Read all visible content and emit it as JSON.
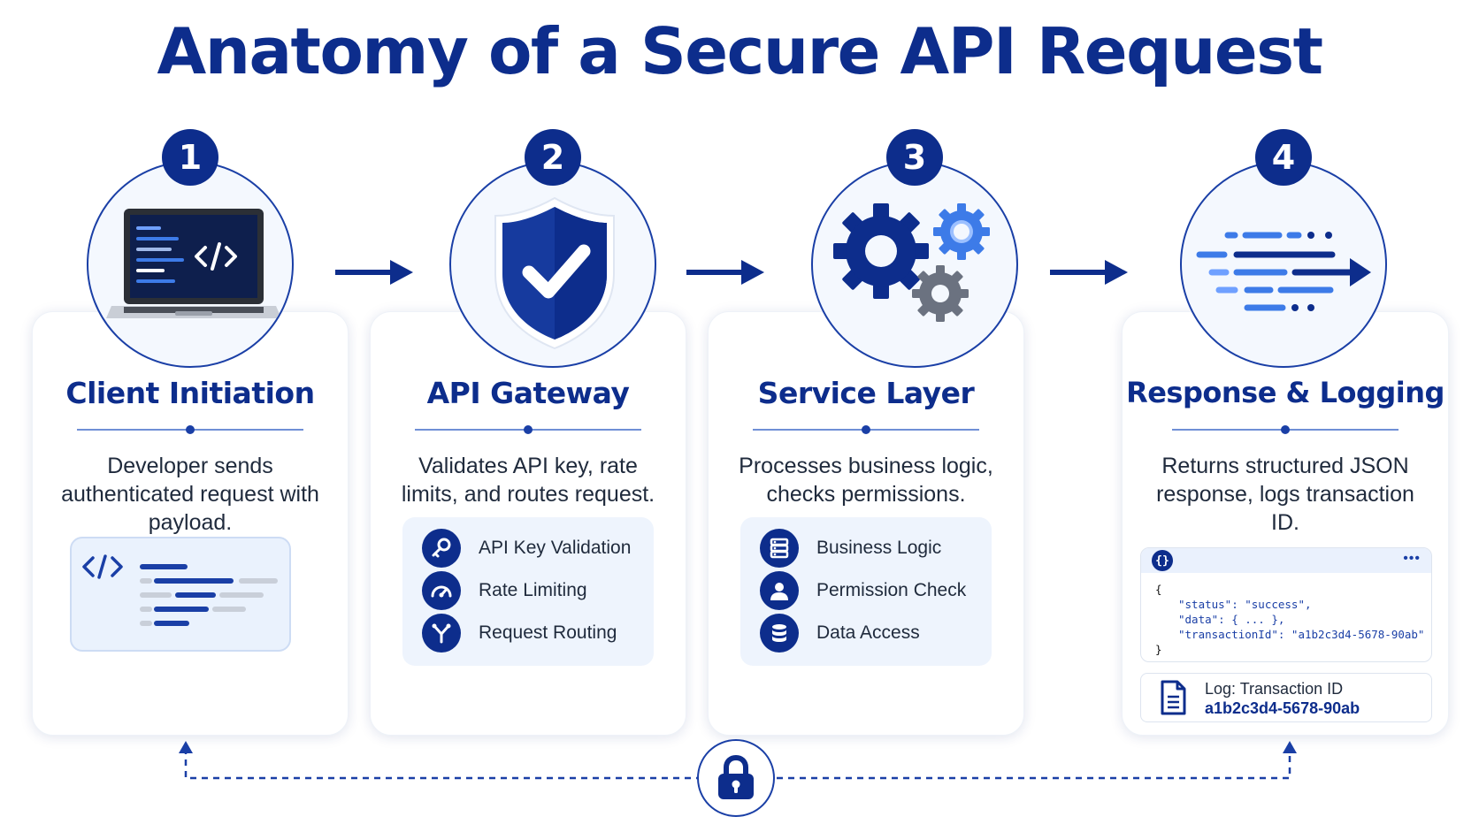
{
  "title": "Anatomy of a Secure API Request",
  "steps": [
    {
      "number": "1",
      "title": "Client Initiation",
      "description": "Developer sends authenticated request with payload."
    },
    {
      "number": "2",
      "title": "API Gateway",
      "description": "Validates API key, rate limits, and routes request.",
      "items": [
        "API Key Validation",
        "Rate Limiting",
        "Request Routing"
      ]
    },
    {
      "number": "3",
      "title": "Service Layer",
      "description": "Processes business logic, checks permissions.",
      "items": [
        "Business Logic",
        "Permission Check",
        "Data Access"
      ]
    },
    {
      "number": "4",
      "title": "Response & Logging",
      "description": "Returns structured JSON response, logs transaction ID.",
      "json_badge": "{}",
      "json_dots": "•••",
      "json_lines": [
        "{",
        "\"status\": \"success\",",
        "\"data\": { ... },",
        "\"transactionId\": \"a1b2c3d4-5678-90ab\"",
        "}"
      ],
      "log_label": "Log: Transaction ID",
      "log_id": "a1b2c3d4-5678-90ab"
    }
  ],
  "colors": {
    "primary": "#0d2d8c",
    "accent": "#1a3fa6",
    "light": "#eef4fd",
    "bright": "#3d7be8"
  }
}
